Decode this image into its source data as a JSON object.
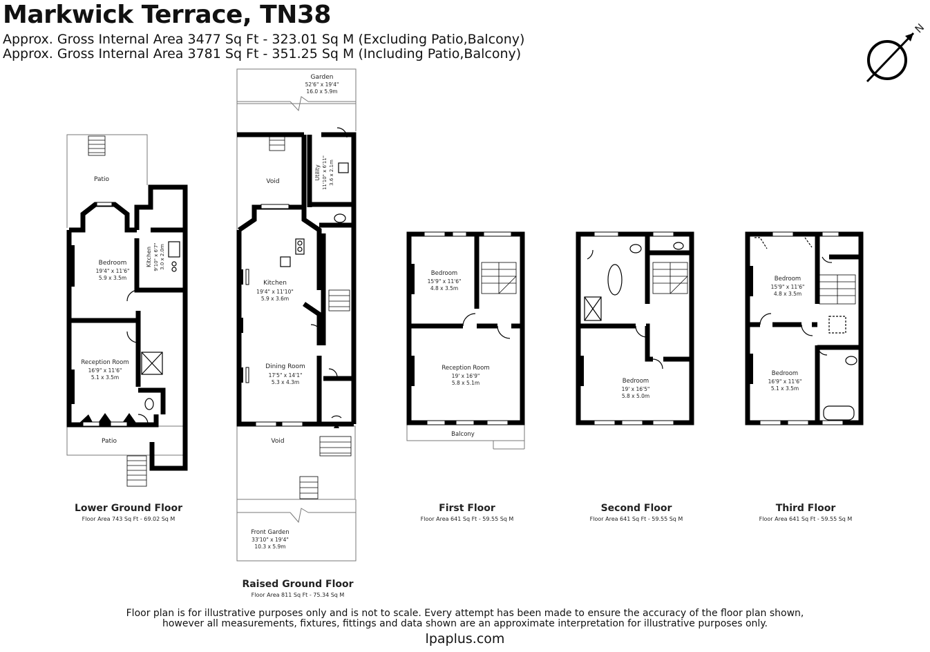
{
  "header": {
    "title": "Markwick Terrace, TN38",
    "area_excluding": "Approx. Gross Internal Area 3477 Sq Ft - 323.01 Sq M (Excluding Patio,Balcony)",
    "area_including": "Approx. Gross Internal Area 3781 Sq Ft - 351.25 Sq M (Including Patio,Balcony)"
  },
  "compass": {
    "label": "N",
    "icon": "north-compass-icon"
  },
  "floors": {
    "lower_ground": {
      "name": "Lower Ground Floor",
      "area": "Floor Area 743 Sq Ft - 69.02 Sq M",
      "rooms": {
        "patio_top": "Patio",
        "bedroom": {
          "name": "Bedroom",
          "imperial": "19'4\" x 11'6\"",
          "metric": "5.9 x 3.5m"
        },
        "kitchen": {
          "name": "Kitchen",
          "imperial": "9'10\" x 6'7\"",
          "metric": "3.0 x 2.0m"
        },
        "reception": {
          "name": "Reception Room",
          "imperial": "16'9\" x 11'6\"",
          "metric": "5.1 x 3.5m"
        },
        "patio_bottom": "Patio"
      }
    },
    "raised_ground": {
      "name": "Raised Ground Floor",
      "area": "Floor Area 811 Sq Ft - 75.34 Sq M",
      "rooms": {
        "garden": {
          "name": "Garden",
          "imperial": "52'6\" x 19'4\"",
          "metric": "16.0 x 5.9m"
        },
        "void_top": "Void",
        "utility": {
          "name": "Utility",
          "imperial": "11'10\" x 6'11\"",
          "metric": "3.6 x 2.1m"
        },
        "kitchen": {
          "name": "Kitchen",
          "imperial": "19'4\" x 11'10\"",
          "metric": "5.9 x 3.6m"
        },
        "dining": {
          "name": "Dining Room",
          "imperial": "17'5\" x 14'1\"",
          "metric": "5.3 x 4.3m"
        },
        "void_bottom": "Void",
        "front_garden": {
          "name": "Front Garden",
          "imperial": "33'10\" x 19'4\"",
          "metric": "10.3 x 5.9m"
        }
      }
    },
    "first": {
      "name": "First Floor",
      "area": "Floor Area 641 Sq Ft - 59.55 Sq M",
      "rooms": {
        "bedroom": {
          "name": "Bedroom",
          "imperial": "15'9\" x 11'6\"",
          "metric": "4.8 x 3.5m"
        },
        "reception": {
          "name": "Reception Room",
          "imperial": "19' x 16'9\"",
          "metric": "5.8 x 5.1m"
        },
        "balcony": "Balcony"
      }
    },
    "second": {
      "name": "Second Floor",
      "area": "Floor Area 641 Sq Ft - 59.55 Sq M",
      "rooms": {
        "bedroom": {
          "name": "Bedroom",
          "imperial": "19' x 16'5\"",
          "metric": "5.8 x 5.0m"
        }
      }
    },
    "third": {
      "name": "Third Floor",
      "area": "Floor Area 641 Sq Ft - 59.55 Sq M",
      "rooms": {
        "bedroom_top": {
          "name": "Bedroom",
          "imperial": "15'9\" x 11'6\"",
          "metric": "4.8 x 3.5m"
        },
        "bedroom_bottom": {
          "name": "Bedroom",
          "imperial": "16'9\" x 11'6\"",
          "metric": "5.1 x 3.5m"
        }
      }
    }
  },
  "footer": {
    "disclaimer_line1": "Floor plan is for illustrative purposes only and is not to scale. Every attempt has been made to ensure the accuracy of the floor plan shown,",
    "disclaimer_line2": "however all measurements, fixtures, fittings and data shown are an approximate interpretation for illustrative purposes only.",
    "website": "lpaplus.com"
  }
}
